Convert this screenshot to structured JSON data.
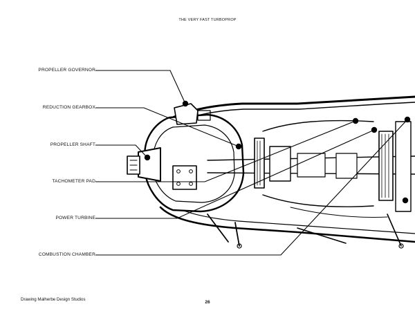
{
  "header": {
    "title": "THE VERY FAST TURBOPROP"
  },
  "labels": [
    "PROPELLER GOVERNOR",
    "REDUCTION GEARBOX",
    "PROPELLER SHAFT",
    "TACHOMETER PAD",
    "POWER TURBINE",
    "COMBUSTION CHAMBER"
  ],
  "footer": {
    "credit": "Drawing Malherbe Design Studios",
    "page_number": "26"
  }
}
